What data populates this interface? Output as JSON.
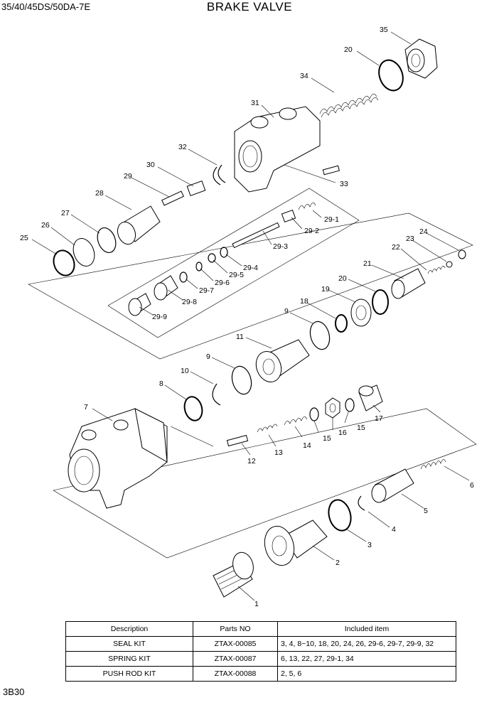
{
  "header": {
    "model": "35/40/45DS/50DA-7E",
    "title": "BRAKE VALVE"
  },
  "page_code": "3B30",
  "callouts": {
    "c1": "1",
    "c2": "2",
    "c3": "3",
    "c4": "4",
    "c5": "5",
    "c6": "6",
    "c7": "7",
    "c8": "8",
    "c9a": "9",
    "c9b": "9",
    "c10": "10",
    "c11": "11",
    "c12": "12",
    "c13": "13",
    "c14": "14",
    "c15a": "15",
    "c15b": "15",
    "c16": "16",
    "c17": "17",
    "c18": "18",
    "c19": "19",
    "c20a": "20",
    "c20b": "20",
    "c21": "21",
    "c22": "22",
    "c23": "23",
    "c24": "24",
    "c25": "25",
    "c26": "26",
    "c27": "27",
    "c28": "28",
    "c29": "29",
    "c29_1": "29-1",
    "c29_2": "29-2",
    "c29_3": "29-3",
    "c29_4": "29-4",
    "c29_5": "29-5",
    "c29_6": "29-6",
    "c29_7": "29-7",
    "c29_8": "29-8",
    "c29_9": "29-9",
    "c30": "30",
    "c31": "31",
    "c32": "32",
    "c33": "33",
    "c34": "34",
    "c35": "35"
  },
  "kit_table": {
    "headers": [
      "Description",
      "Parts NO",
      "Included item"
    ],
    "rows": [
      [
        "SEAL KIT",
        "ZTAX-00085",
        "3, 4, 8~10, 18, 20, 24, 26, 29-6, 29-7, 29-9, 32"
      ],
      [
        "SPRING KIT",
        "ZTAX-00087",
        "6, 13, 22, 27, 29-1, 34"
      ],
      [
        "PUSH ROD KIT",
        "ZTAX-00088",
        "2, 5, 6"
      ]
    ]
  }
}
